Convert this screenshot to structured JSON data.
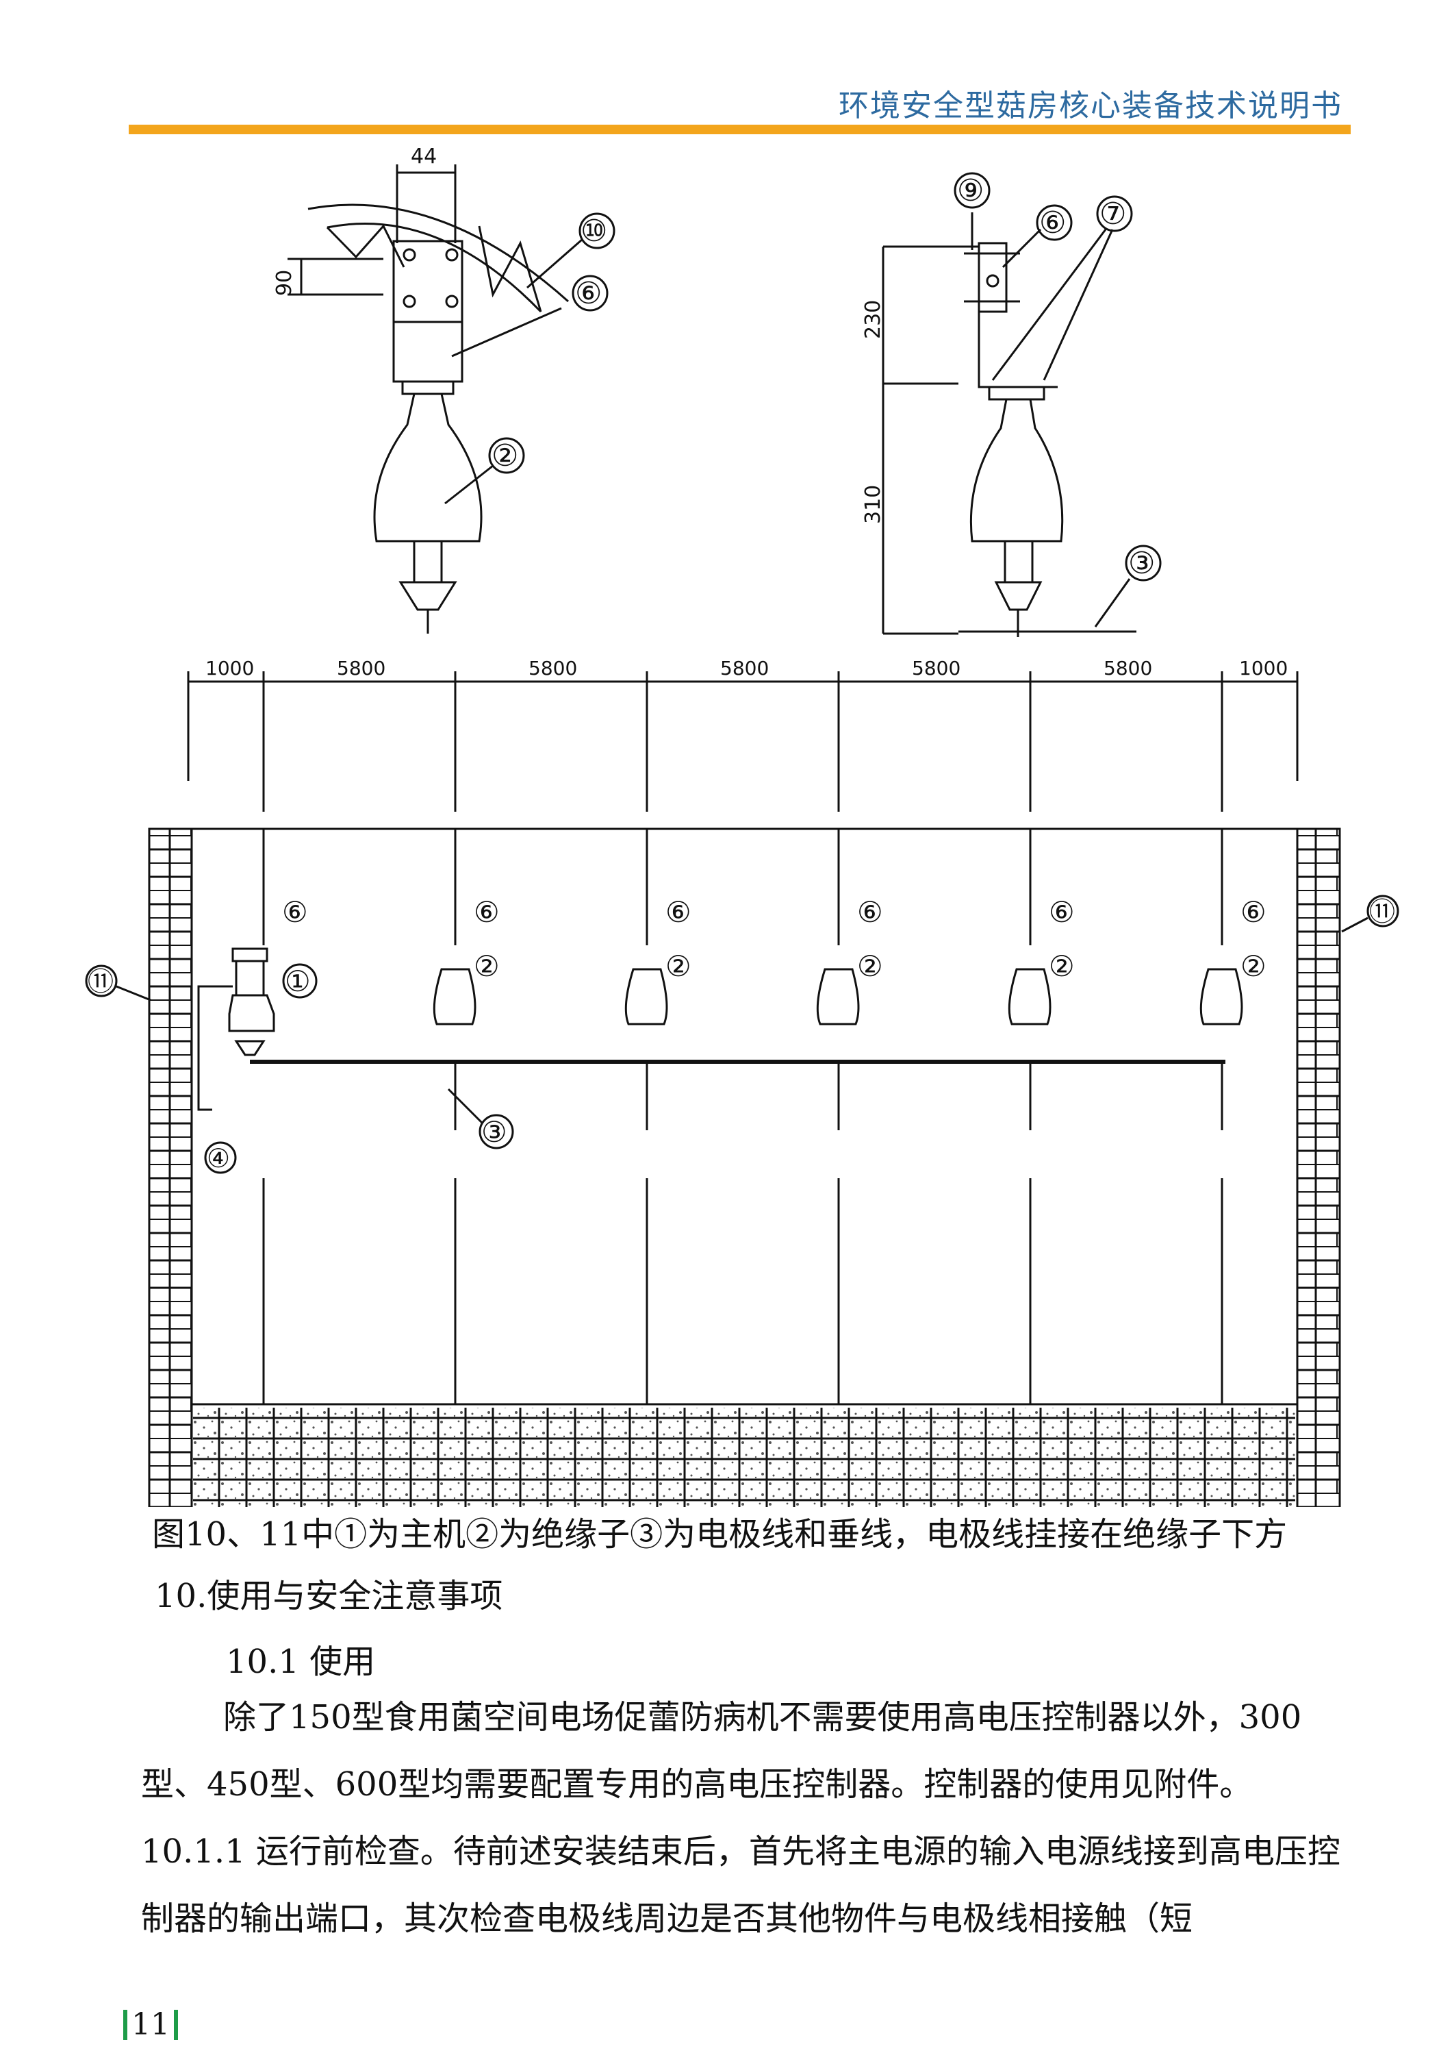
{
  "header": {
    "title": "环境安全型菇房核心装备技术说明书",
    "accent_color": "#f3a51c",
    "title_color": "#2d6aa0"
  },
  "drawing": {
    "dims": {
      "top_width": "44",
      "left_height": "90",
      "upper_height": "230",
      "lower_height": "310"
    },
    "spacings": [
      "1000",
      "5800",
      "5800",
      "5800",
      "5800",
      "5800",
      "1000"
    ],
    "callouts": {
      "c1": "①",
      "c2": "②",
      "c3": "③",
      "c4": "④",
      "c6": "⑥",
      "c7": "⑦",
      "c9": "⑨",
      "c10": "⑩",
      "c11": "⑪"
    }
  },
  "caption": "图10、11中①为主机②为绝缘子③为电极线和垂线，电极线挂接在绝缘子下方",
  "section_title": "10.使用与安全注意事项",
  "subsection_title": "10.1  使用",
  "paragraphs": [
    "除了150型食用菌空间电场促蕾防病机不需要使用高电压控制器以外，300型、450型、600型均需要配置专用的高电压控制器。控制器的使用见附件。",
    "10.1.1 运行前检查。待前述安装结束后，首先将主电源的输入电源线接到高电压控制器的输出端口，其次检查电极线周边是否其他物件与电极线相接触（短"
  ],
  "page_number": "11",
  "page_bar_color": "#1e9c48"
}
